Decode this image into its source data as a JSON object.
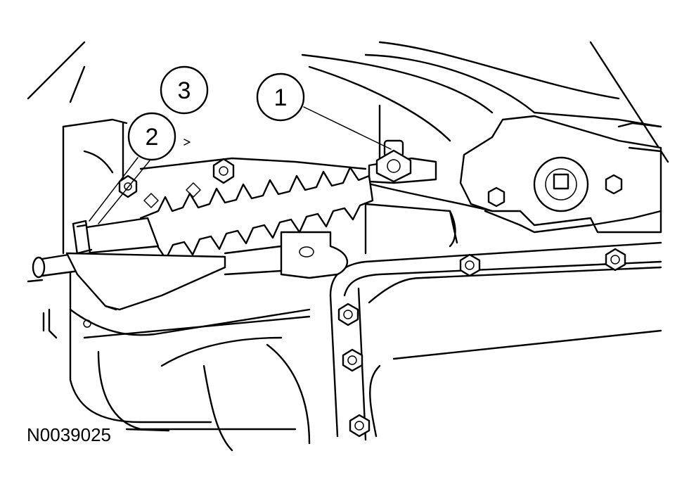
{
  "figure": {
    "id": "N0039025"
  },
  "callouts": [
    {
      "label": "1",
      "part": "bolt"
    },
    {
      "label": "2",
      "part": "cable-end"
    },
    {
      "label": "3",
      "part": "cable-boot"
    }
  ],
  "colors": {
    "line": "#000000",
    "background": "#ffffff"
  }
}
